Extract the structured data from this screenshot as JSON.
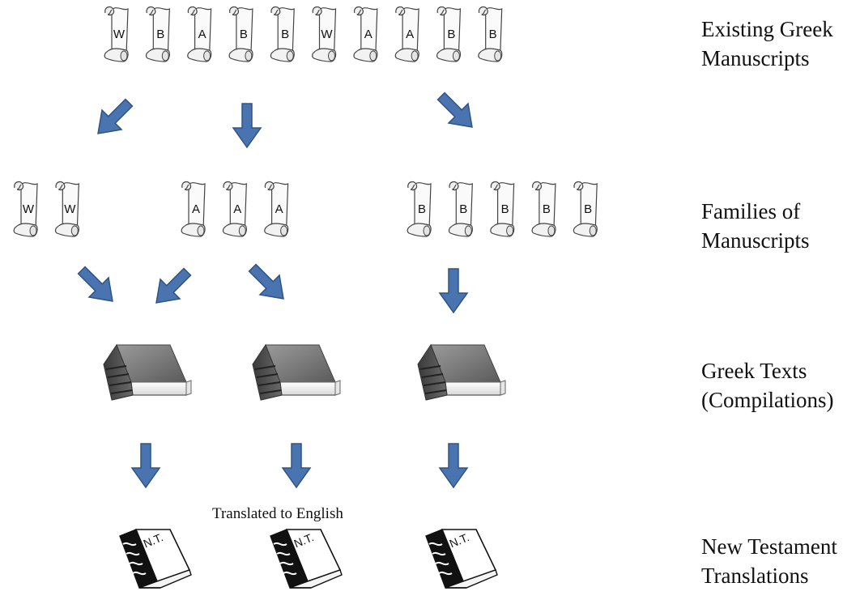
{
  "row_labels": {
    "existing": [
      "Existing Greek",
      "Manuscripts"
    ],
    "families": [
      "Families of",
      "Manuscripts"
    ],
    "texts": [
      "Greek Texts",
      "(Compilations)"
    ],
    "translations": [
      "New Testament",
      "Translations"
    ]
  },
  "existing_manuscripts": [
    "W",
    "B",
    "A",
    "B",
    "B",
    "W",
    "A",
    "A",
    "B",
    "B"
  ],
  "families": [
    {
      "letter": "W",
      "manuscripts": [
        "W",
        "W"
      ]
    },
    {
      "letter": "A",
      "manuscripts": [
        "A",
        "A",
        "A"
      ]
    },
    {
      "letter": "B",
      "manuscripts": [
        "B",
        "B",
        "B",
        "B",
        "B"
      ]
    }
  ],
  "greek_texts_count": 3,
  "translations": [
    {
      "book_label": "N.T."
    },
    {
      "book_label": "N.T."
    },
    {
      "book_label": "N.T."
    }
  ],
  "translation_caption": "Translated to English",
  "colors": {
    "arrow": "#4a74b0",
    "arrow_edge": "#2f5384",
    "book_grey": "#7a7a7a"
  }
}
